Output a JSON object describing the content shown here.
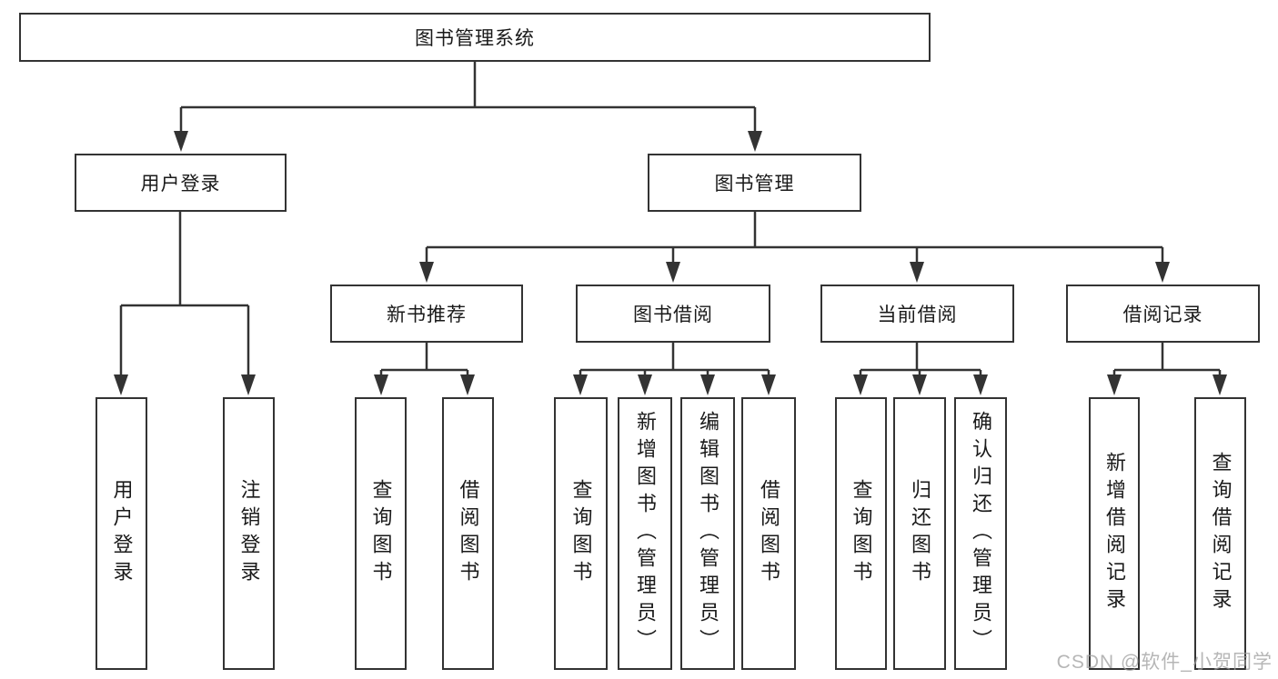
{
  "tree": {
    "root": {
      "label": "图书管理系统"
    },
    "branches": [
      {
        "label": "用户登录",
        "children": [
          {
            "label": "用户登录"
          },
          {
            "label": "注销登录"
          }
        ]
      },
      {
        "label": "图书管理",
        "children": [
          {
            "label": "新书推荐",
            "children": [
              {
                "label": "查询图书"
              },
              {
                "label": "借阅图书"
              }
            ]
          },
          {
            "label": "图书借阅",
            "children": [
              {
                "label": "查询图书"
              },
              {
                "label": "新增图书（管理员）"
              },
              {
                "label": "编辑图书（管理员）"
              },
              {
                "label": "借阅图书"
              }
            ]
          },
          {
            "label": "当前借阅",
            "children": [
              {
                "label": "查询图书"
              },
              {
                "label": "归还图书"
              },
              {
                "label": "确认归还（管理员）"
              }
            ]
          },
          {
            "label": "借阅记录",
            "children": [
              {
                "label": "新增借阅记录"
              },
              {
                "label": "查询借阅记录"
              }
            ]
          }
        ]
      }
    ]
  },
  "watermark": {
    "text": "CSDN @软件_小贺同学"
  },
  "colors": {
    "line": "#333333",
    "text": "#1a1a1a",
    "background": "#ffffff",
    "watermark": "#9e9e9e"
  }
}
